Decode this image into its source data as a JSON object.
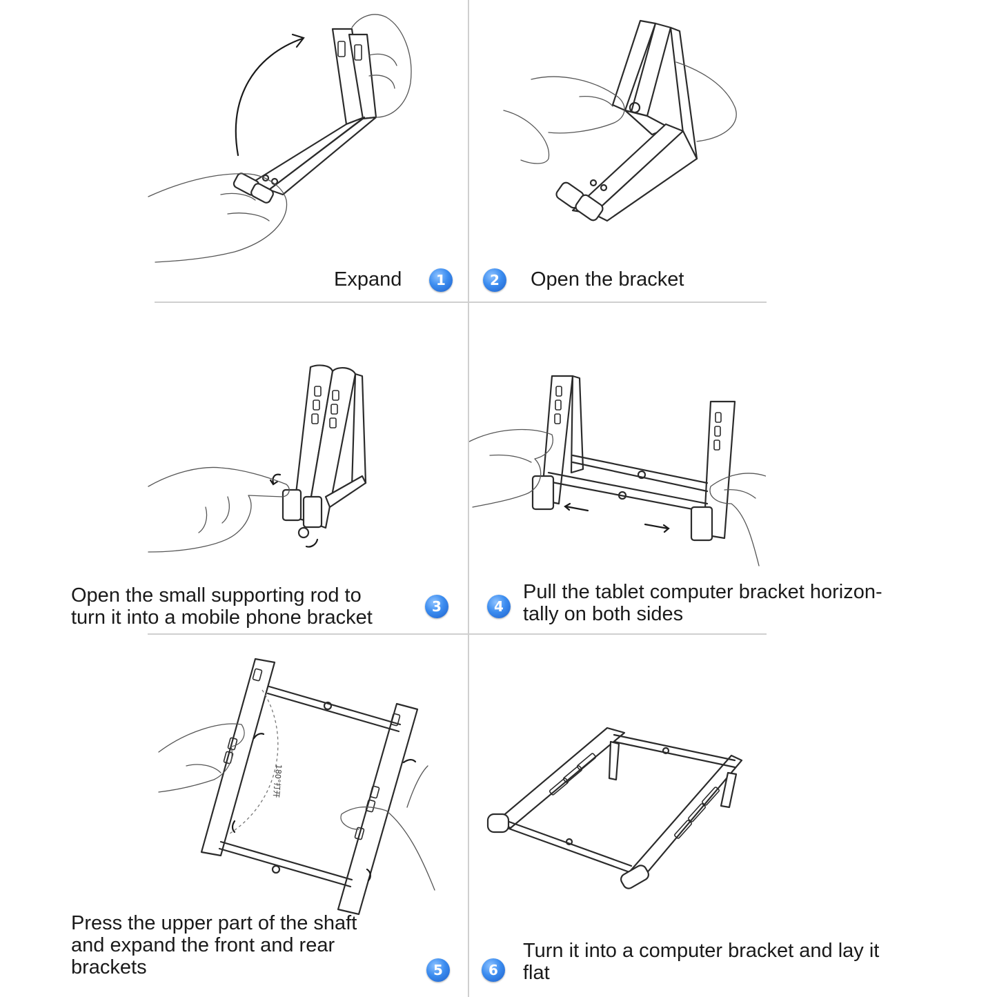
{
  "steps": [
    {
      "number": "1",
      "caption": [
        "Expand"
      ]
    },
    {
      "number": "2",
      "caption": [
        "Open the bracket"
      ]
    },
    {
      "number": "3",
      "caption": [
        "Open the small supporting rod to",
        "turn it into a mobile phone bracket"
      ]
    },
    {
      "number": "4",
      "caption": [
        "Pull the tablet computer bracket horizon-",
        "tally on both sides"
      ]
    },
    {
      "number": "5",
      "caption": [
        "Press the upper part of the shaft",
        "and expand the front and rear",
        "brackets"
      ]
    },
    {
      "number": "6",
      "caption": [
        "Turn it into a computer bracket and lay it",
        "flat"
      ]
    }
  ],
  "illustration_label": "180°打开",
  "colors": {
    "badge": "#3c8df0",
    "line": "#2b2b2b",
    "divider": "#cfcfcf"
  }
}
